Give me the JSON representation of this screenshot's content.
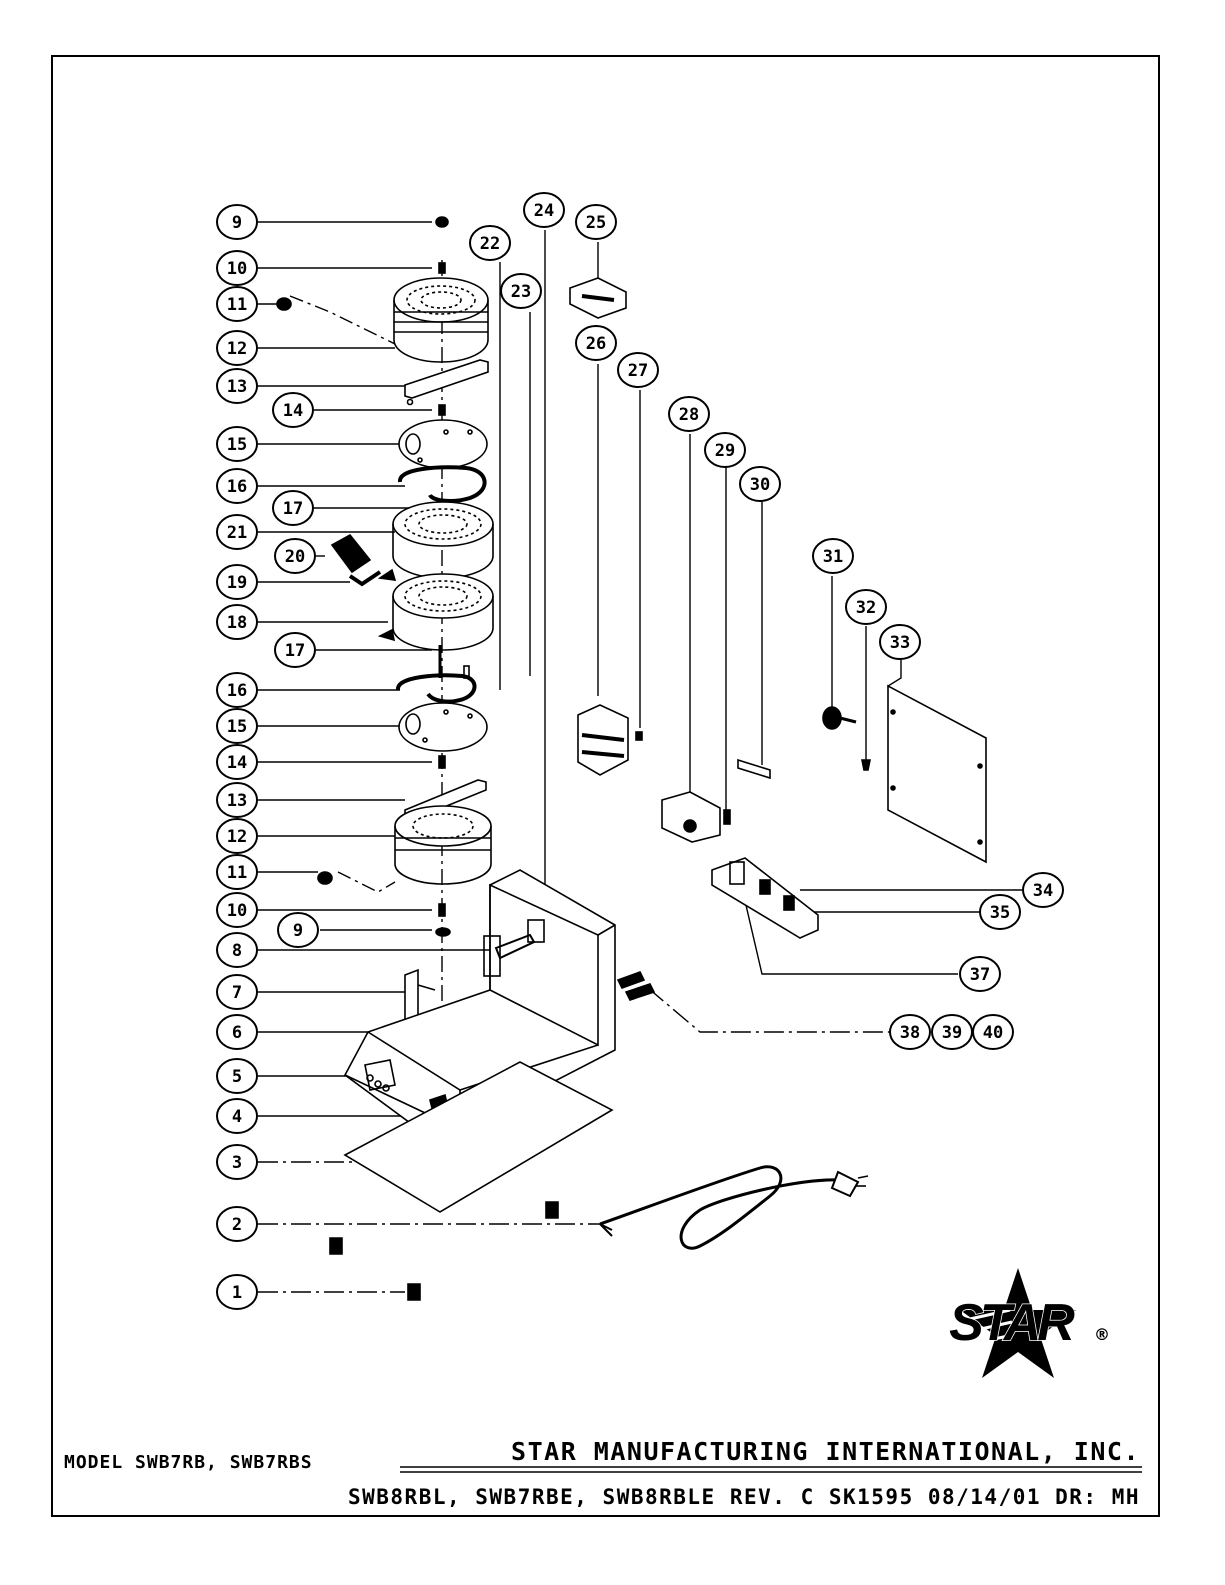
{
  "title_block": {
    "model_line1": "MODEL SWB7RB, SWB7RBS",
    "company": "STAR MANUFACTURING INTERNATIONAL, INC.",
    "model_line2": "SWB8RBL, SWB7RBE, SWB8RBLE REV. C SK1595 08/14/01 DR: MH"
  },
  "logo": {
    "wordmark": "STAR",
    "registered": "®"
  },
  "callouts": [
    "9",
    "10",
    "11",
    "12",
    "13",
    "14",
    "15",
    "16",
    "17",
    "21",
    "20",
    "19",
    "18",
    "17",
    "16",
    "15",
    "14",
    "13",
    "12",
    "11",
    "10",
    "9",
    "8",
    "7",
    "6",
    "5",
    "4",
    "3",
    "2",
    "1",
    "22",
    "23",
    "24",
    "25",
    "26",
    "27",
    "28",
    "29",
    "30",
    "31",
    "32",
    "33",
    "34",
    "35",
    "37",
    "38",
    "39",
    "40"
  ],
  "colors": {
    "ink": "#000000",
    "paper": "#ffffff"
  }
}
